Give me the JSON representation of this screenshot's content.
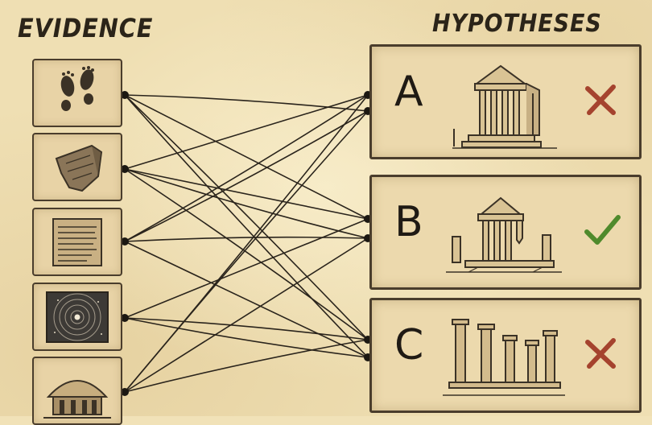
{
  "headings": {
    "evidence": "EVIDENCE",
    "hypotheses": "HYPOTHESES"
  },
  "evidence": [
    {
      "icon": "footprints-icon"
    },
    {
      "icon": "pottery-shard-icon"
    },
    {
      "icon": "inscribed-tablet-icon"
    },
    {
      "icon": "star-map-icon"
    },
    {
      "icon": "ruined-building-icon"
    }
  ],
  "hypotheses": [
    {
      "letter": "A",
      "icon": "ancient-temple-icon",
      "verdict": "rejected",
      "verdict_icon": "red-x-icon"
    },
    {
      "letter": "B",
      "icon": "ruined-temple-icon",
      "verdict": "supported",
      "verdict_icon": "green-check-icon"
    },
    {
      "letter": "C",
      "icon": "standing-columns-icon",
      "verdict": "rejected",
      "verdict_icon": "red-x-icon"
    }
  ],
  "colors": {
    "paper": "#efdfb3",
    "ink": "#2b2419",
    "reject": "#a5432e",
    "accept": "#4f8a2c"
  }
}
